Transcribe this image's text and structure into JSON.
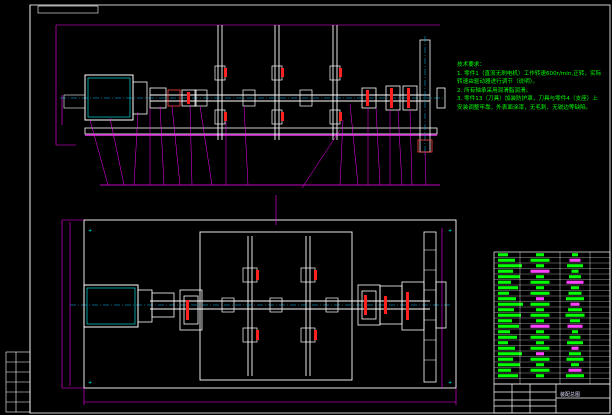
{
  "drawing": {
    "notes_title": "技术要求：",
    "notes_lines": [
      "1. 零件1（直流无刷电机）工作转速600r/min,正转，实际",
      "   转速由驱动器进行调节（说明）。",
      "2. 所有轴承采用润滑脂润滑。",
      "3. 零件13（刀具）加装防护罩，刀具与零件4（支座）上",
      "   安装调整牢靠，外表面涂漆，无毛刺、无锐边等缺陷。"
    ],
    "title_block_title": "装配总图",
    "title_block_name": "",
    "colors": {
      "background": "#000000",
      "outline": "#ffffff",
      "dimension": "#ff00ff",
      "notes": "#00ff00",
      "centerline": "#00c0ff",
      "motor": "#00ffff",
      "bearing": "#ff4040"
    }
  }
}
